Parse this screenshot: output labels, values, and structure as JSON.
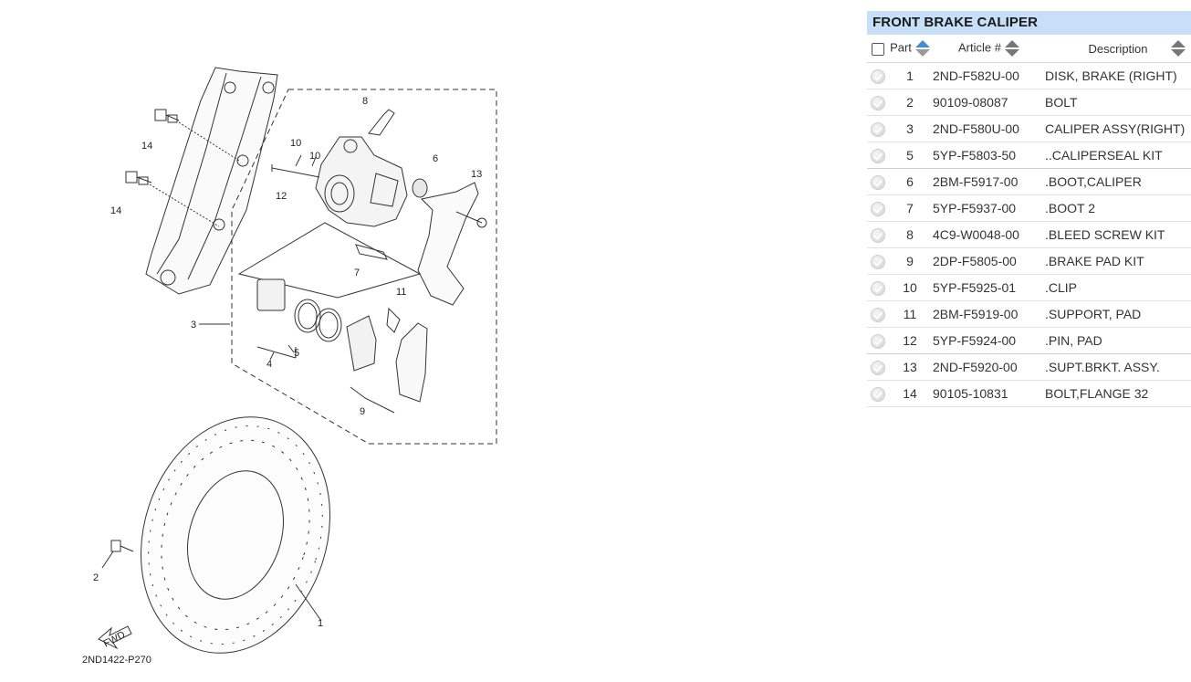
{
  "diagram": {
    "code_label": "2ND1422-P270",
    "fwd_label": "FWD",
    "callouts": {
      "c1": "1",
      "c2": "2",
      "c3": "3",
      "c4": "4",
      "c5": "5",
      "c6": "6",
      "c7": "7",
      "c8": "8",
      "c9": "9",
      "c10a": "10",
      "c10b": "10",
      "c11": "11",
      "c12": "12",
      "c13": "13",
      "c14a": "14",
      "c14b": "14"
    }
  },
  "parts_panel": {
    "title": "FRONT BRAKE CALIPER",
    "headers": {
      "part": "Part",
      "article": "Article #",
      "description": "Description"
    },
    "rows": [
      {
        "part": "1",
        "article": "2ND-F582U-00",
        "description": "DISK, BRAKE (RIGHT)"
      },
      {
        "part": "2",
        "article": "90109-08087",
        "description": "BOLT"
      },
      {
        "part": "3",
        "article": "2ND-F580U-00",
        "description": "CALIPER ASSY(RIGHT)"
      },
      {
        "part": "5",
        "article": "5YP-F5803-50",
        "description": "..CALIPERSEAL KIT"
      },
      {
        "part": "6",
        "article": "2BM-F5917-00",
        "description": ".BOOT,CALIPER"
      },
      {
        "part": "7",
        "article": "5YP-F5937-00",
        "description": ".BOOT 2"
      },
      {
        "part": "8",
        "article": "4C9-W0048-00",
        "description": ".BLEED SCREW KIT"
      },
      {
        "part": "9",
        "article": "2DP-F5805-00",
        "description": ".BRAKE PAD KIT"
      },
      {
        "part": "10",
        "article": "5YP-F5925-01",
        "description": ".CLIP"
      },
      {
        "part": "11",
        "article": "2BM-F5919-00",
        "description": ".SUPPORT, PAD"
      },
      {
        "part": "12",
        "article": "5YP-F5924-00",
        "description": ".PIN, PAD"
      },
      {
        "part": "13",
        "article": "2ND-F5920-00",
        "description": ".SUPT.BRKT. ASSY."
      },
      {
        "part": "14",
        "article": "90105-10831",
        "description": "BOLT,FLANGE 32"
      }
    ]
  }
}
